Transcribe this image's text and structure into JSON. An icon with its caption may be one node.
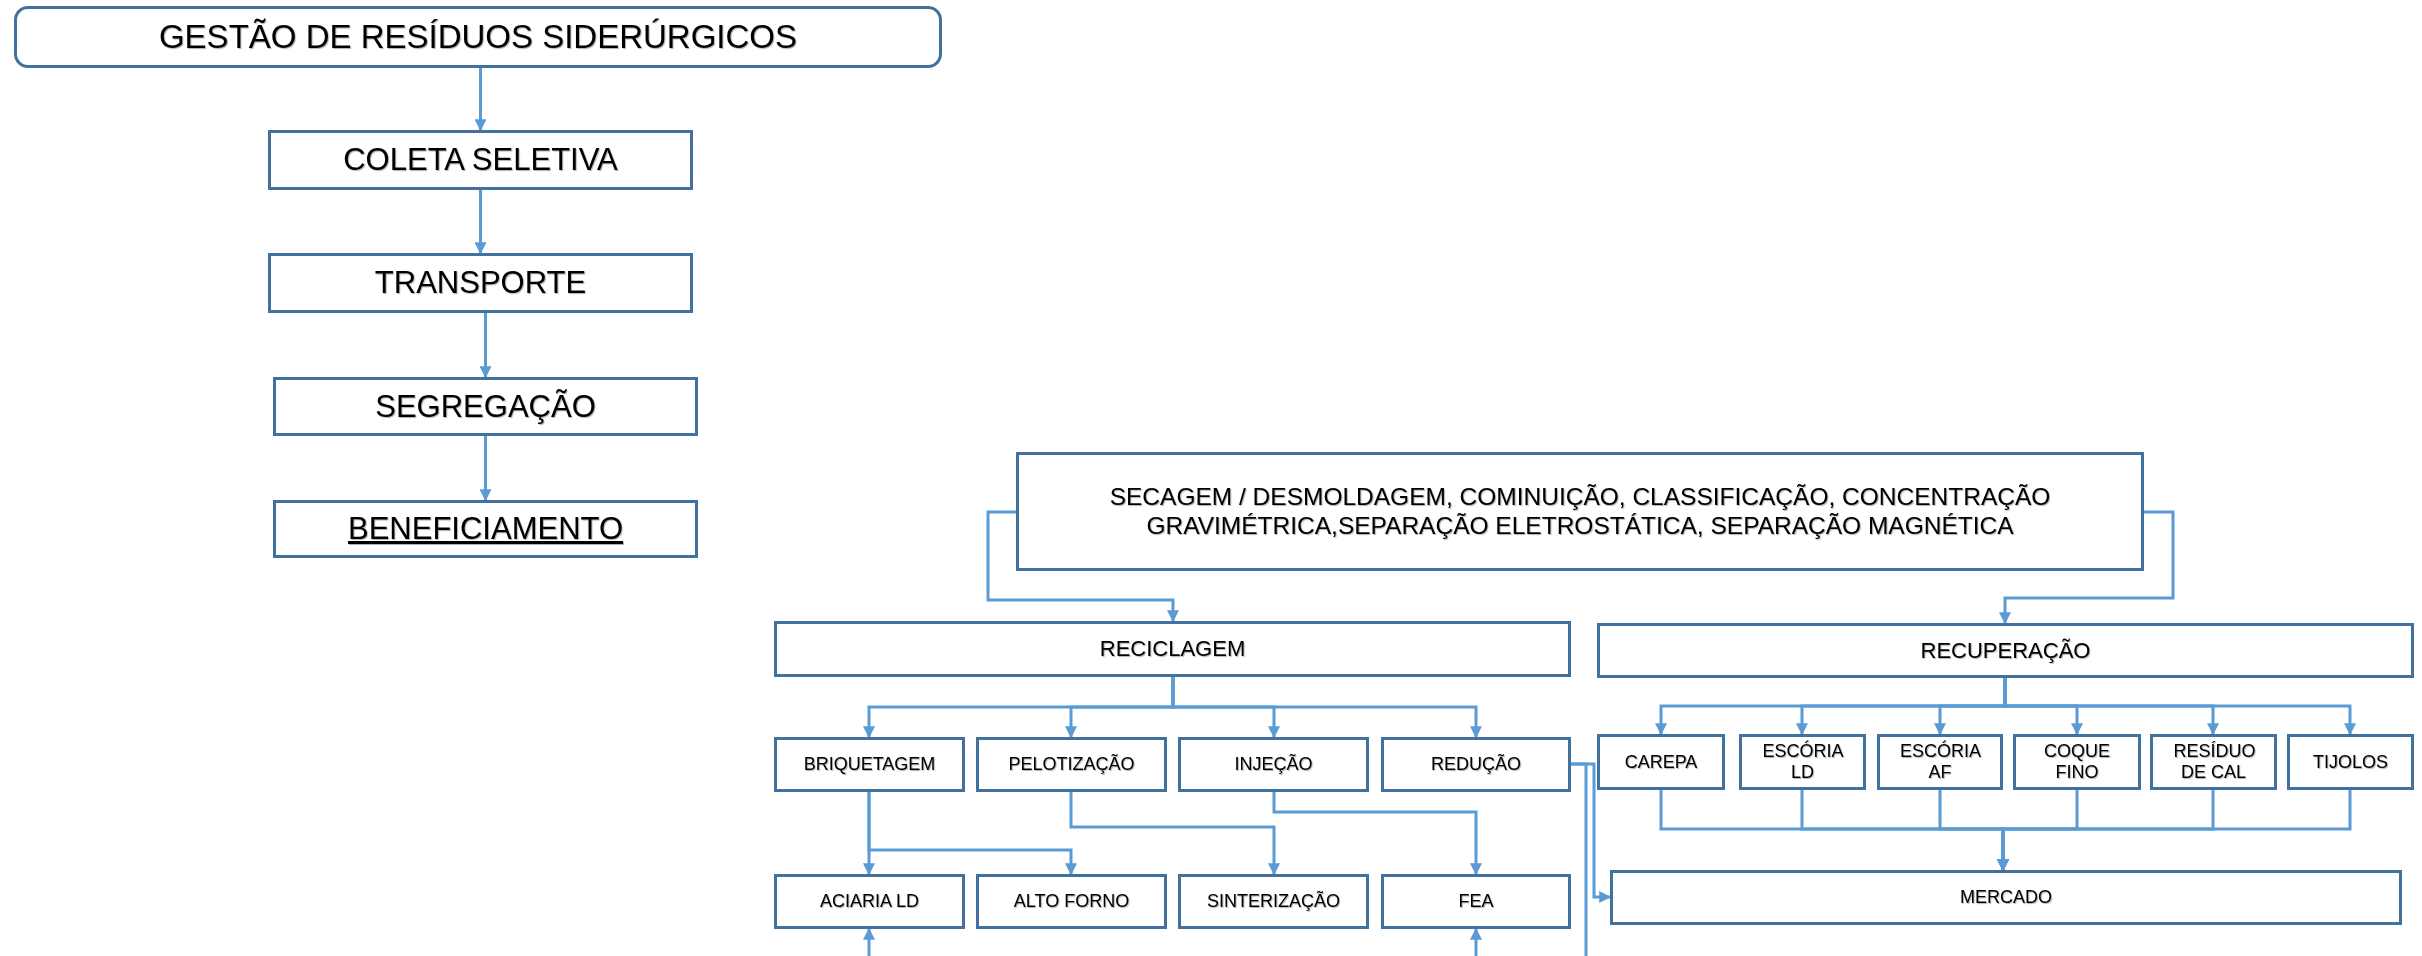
{
  "diagram": {
    "nodes": [
      {
        "text": [
          "GESTÃO DE RESÍDUOS SIDERÚRGICOS"
        ]
      },
      {
        "text": [
          "COLETA SELETIVA"
        ]
      },
      {
        "text": [
          "TRANSPORTE"
        ]
      },
      {
        "text": [
          "SEGREGAÇÃO"
        ]
      },
      {
        "text": [
          "BENEFICIAMENTO"
        ]
      },
      {
        "text": [
          "SECAGEM / DESMOLDAGEM, COMINUIÇÃO, CLASSIFICAÇÃO, CONCENTRAÇÃO GRAVIMÉTRICA,SEPARAÇÃO ELETROSTÁTICA, SEPARAÇÃO MAGNÉTICA"
        ]
      },
      {
        "text": [
          "RECICLAGEM"
        ]
      },
      {
        "text": [
          "RECUPERAÇÃO"
        ]
      },
      {
        "text": [
          "BRIQUETAGEM"
        ]
      },
      {
        "text": [
          "PELOTIZAÇÃO"
        ]
      },
      {
        "text": [
          "INJEÇÃO"
        ]
      },
      {
        "text": [
          "REDUÇÃO"
        ]
      },
      {
        "text": [
          "CAREPA"
        ]
      },
      {
        "text": [
          "ESCÓRIA LD"
        ]
      },
      {
        "text": [
          "ESCÓRIA AF"
        ]
      },
      {
        "text": [
          "COQUE FINO"
        ]
      },
      {
        "text": [
          "RESÍDUO DE CAL"
        ]
      },
      {
        "text": [
          "TIJOLOS"
        ]
      },
      {
        "text": [
          "ACIARIA LD"
        ]
      },
      {
        "text": [
          "ALTO FORNO"
        ]
      },
      {
        "text": [
          "SINTERIZAÇÃO"
        ]
      },
      {
        "text": [
          "FEA"
        ]
      },
      {
        "text": [
          "MERCADO"
        ]
      }
    ],
    "edges": [
      {
        "from": 0,
        "to": 1,
        "arrow": "to"
      },
      {
        "from": 1,
        "to": 2,
        "arrow": "to"
      },
      {
        "from": 2,
        "to": 3,
        "arrow": "to"
      },
      {
        "from": 3,
        "to": 4,
        "arrow": "to"
      },
      {
        "from": 5,
        "to": 6,
        "arrow": "to"
      },
      {
        "from": 5,
        "to": 7,
        "arrow": "to"
      },
      {
        "from": 6,
        "to": 8,
        "arrow": "to"
      },
      {
        "from": 6,
        "to": 9,
        "arrow": "to"
      },
      {
        "from": 6,
        "to": 10,
        "arrow": "to"
      },
      {
        "from": 6,
        "to": 11,
        "arrow": "to"
      },
      {
        "from": 7,
        "to": 12,
        "arrow": "to"
      },
      {
        "from": 7,
        "to": 13,
        "arrow": "to"
      },
      {
        "from": 7,
        "to": 14,
        "arrow": "to"
      },
      {
        "from": 7,
        "to": 15,
        "arrow": "to"
      },
      {
        "from": 7,
        "to": 16,
        "arrow": "to"
      },
      {
        "from": 7,
        "to": 17,
        "arrow": "to"
      },
      {
        "from": 8,
        "to": 18,
        "arrow": "to"
      },
      {
        "from": 8,
        "to": 19,
        "arrow": "to"
      },
      {
        "from": 9,
        "to": 20,
        "arrow": "to"
      },
      {
        "from": 10,
        "to": 21,
        "arrow": "to"
      },
      {
        "from": 12,
        "to": 22,
        "arrow": "to"
      },
      {
        "from": 13,
        "to": 22,
        "arrow": "to"
      },
      {
        "from": 14,
        "to": 22,
        "arrow": "to"
      },
      {
        "from": 15,
        "to": 22,
        "arrow": "to"
      },
      {
        "from": 16,
        "to": 22,
        "arrow": "to"
      },
      {
        "from": 17,
        "to": 22,
        "arrow": "to"
      },
      {
        "from": 11,
        "to": 22,
        "arrow": "to"
      },
      {
        "from": 11,
        "to": null,
        "arrow": "none"
      },
      {
        "from": null,
        "to": 18,
        "arrow": "to"
      },
      {
        "from": null,
        "to": 21,
        "arrow": "to"
      }
    ]
  }
}
